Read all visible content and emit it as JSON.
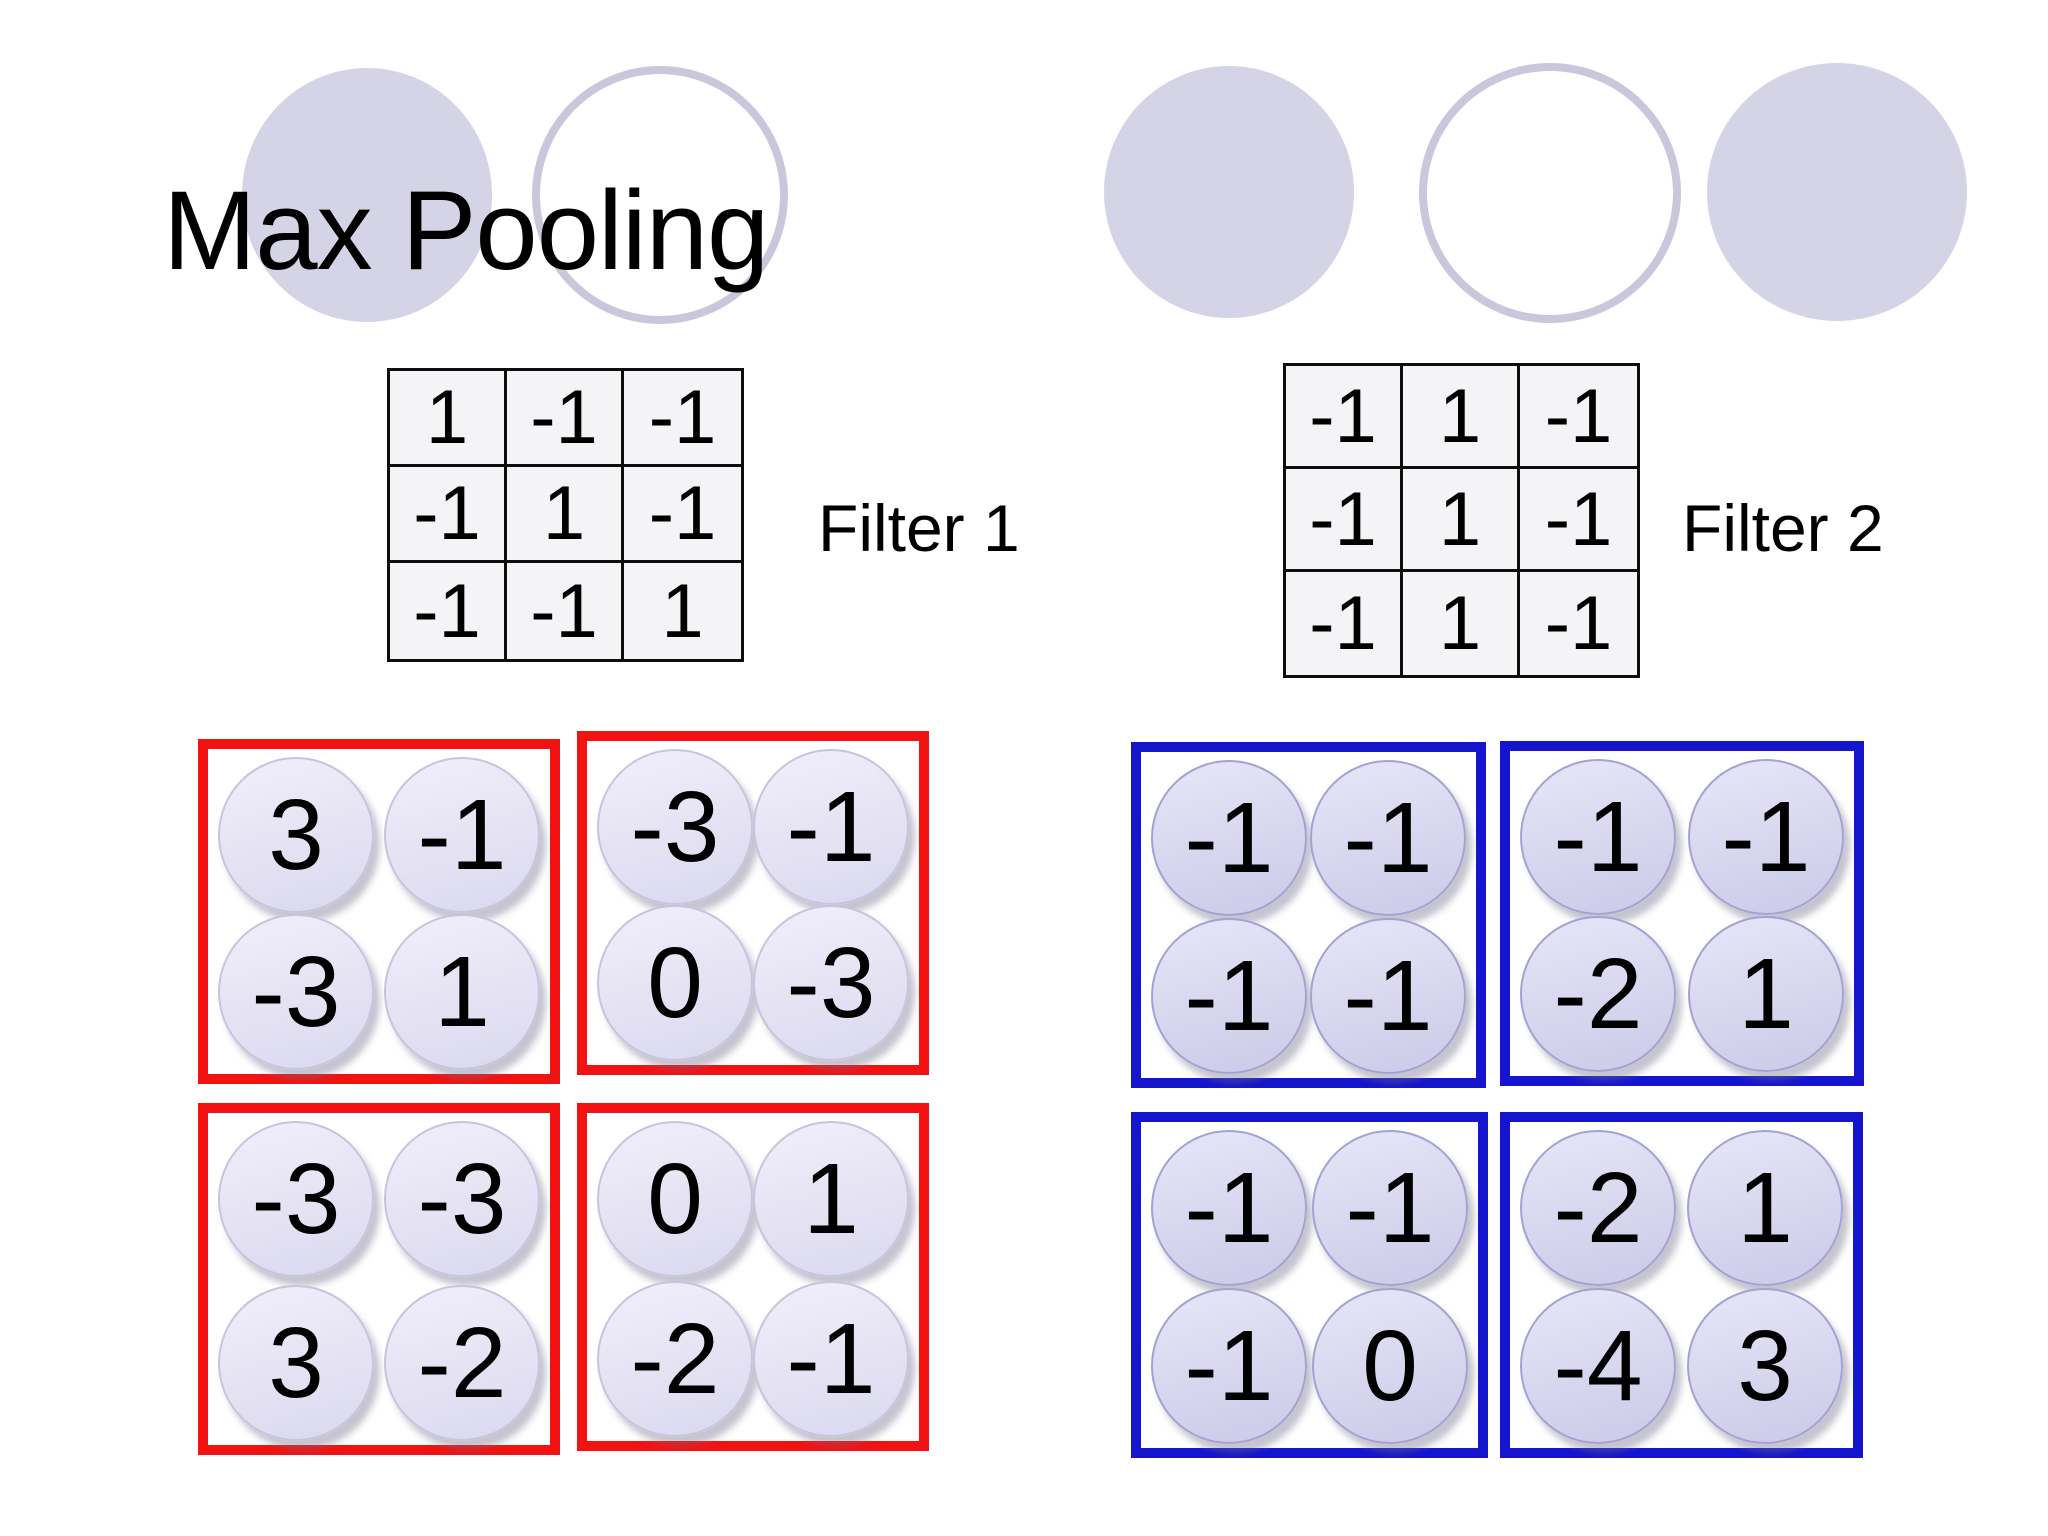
{
  "title": "Max Pooling",
  "filters": [
    {
      "label": "Filter 1",
      "matrix": [
        [
          "1",
          "-1",
          "-1"
        ],
        [
          "-1",
          "1",
          "-1"
        ],
        [
          "-1",
          "-1",
          "1"
        ]
      ]
    },
    {
      "label": "Filter 2",
      "matrix": [
        [
          "-1",
          "1",
          "-1"
        ],
        [
          "-1",
          "1",
          "-1"
        ],
        [
          "-1",
          "1",
          "-1"
        ]
      ]
    }
  ],
  "pooling": {
    "filter1_windows": [
      {
        "values": [
          "3",
          "-1",
          "-3",
          "1"
        ]
      },
      {
        "values": [
          "-3",
          "-1",
          "0",
          "-3"
        ]
      },
      {
        "values": [
          "-3",
          "-3",
          "3",
          "-2"
        ]
      },
      {
        "values": [
          "0",
          "1",
          "-2",
          "-1"
        ]
      }
    ],
    "filter2_windows": [
      {
        "values": [
          "-1",
          "-1",
          "-1",
          "-1"
        ]
      },
      {
        "values": [
          "-1",
          "-1",
          "-2",
          "1"
        ]
      },
      {
        "values": [
          "-1",
          "-1",
          "-1",
          "0"
        ]
      },
      {
        "values": [
          "-2",
          "1",
          "-4",
          "3"
        ]
      }
    ]
  },
  "colors": {
    "filter1_window_border": "#f31212",
    "filter2_window_border": "#1515cd",
    "feature_circle_fill": "#dedcf0",
    "decorative_circle_fill": "#d5d3e6",
    "matrix_cell_background": "#f4f4f7"
  }
}
